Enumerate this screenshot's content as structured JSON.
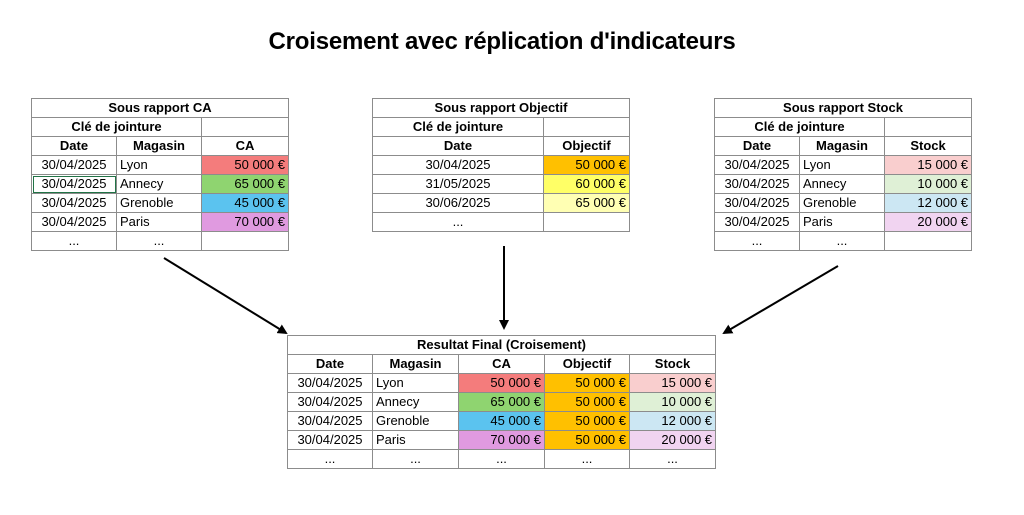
{
  "title": "Croisement avec réplication d'indicateurs",
  "colors": {
    "ca": [
      "#f47c7c",
      "#8fd470",
      "#5bc3ef",
      "#e09ae0"
    ],
    "objectif_strong": "#ffc000",
    "objectif_mid": "#ffff66",
    "objectif_light": "#ffffb3",
    "stock": [
      "#f9cece",
      "#dff0d6",
      "#cce7f3",
      "#f1d4f1"
    ]
  },
  "ca_table": {
    "title": "Sous rapport CA",
    "key_label": "Clé de jointure",
    "headers": [
      "Date",
      "Magasin",
      "CA"
    ],
    "rows": [
      [
        "30/04/2025",
        "Lyon",
        "50 000 €"
      ],
      [
        "30/04/2025",
        "Annecy",
        "65 000 €"
      ],
      [
        "30/04/2025",
        "Grenoble",
        "45 000 €"
      ],
      [
        "30/04/2025",
        "Paris",
        "70 000 €"
      ]
    ],
    "ellipsis": [
      "...",
      "..."
    ]
  },
  "objectif_table": {
    "title": "Sous rapport Objectif",
    "key_label": "Clé de jointure",
    "headers": [
      "Date",
      "Objectif"
    ],
    "rows": [
      [
        "30/04/2025",
        "50 000 €"
      ],
      [
        "31/05/2025",
        "60 000 €"
      ],
      [
        "30/06/2025",
        "65 000 €"
      ]
    ],
    "ellipsis": [
      "..."
    ]
  },
  "stock_table": {
    "title": "Sous rapport Stock",
    "key_label": "Clé de jointure",
    "headers": [
      "Date",
      "Magasin",
      "Stock"
    ],
    "rows": [
      [
        "30/04/2025",
        "Lyon",
        "15 000 €"
      ],
      [
        "30/04/2025",
        "Annecy",
        "10 000 €"
      ],
      [
        "30/04/2025",
        "Grenoble",
        "12 000 €"
      ],
      [
        "30/04/2025",
        "Paris",
        "20 000 €"
      ]
    ],
    "ellipsis": [
      "...",
      "..."
    ]
  },
  "result_table": {
    "title": "Resultat Final (Croisement)",
    "headers": [
      "Date",
      "Magasin",
      "CA",
      "Objectif",
      "Stock"
    ],
    "rows": [
      [
        "30/04/2025",
        "Lyon",
        "50 000 €",
        "50 000 €",
        "15 000 €"
      ],
      [
        "30/04/2025",
        "Annecy",
        "65 000 €",
        "50 000 €",
        "10 000 €"
      ],
      [
        "30/04/2025",
        "Grenoble",
        "45 000 €",
        "50 000 €",
        "12 000 €"
      ],
      [
        "30/04/2025",
        "Paris",
        "70 000 €",
        "50 000 €",
        "20 000 €"
      ]
    ],
    "ellipsis": [
      "...",
      "...",
      "...",
      "...",
      "..."
    ]
  }
}
